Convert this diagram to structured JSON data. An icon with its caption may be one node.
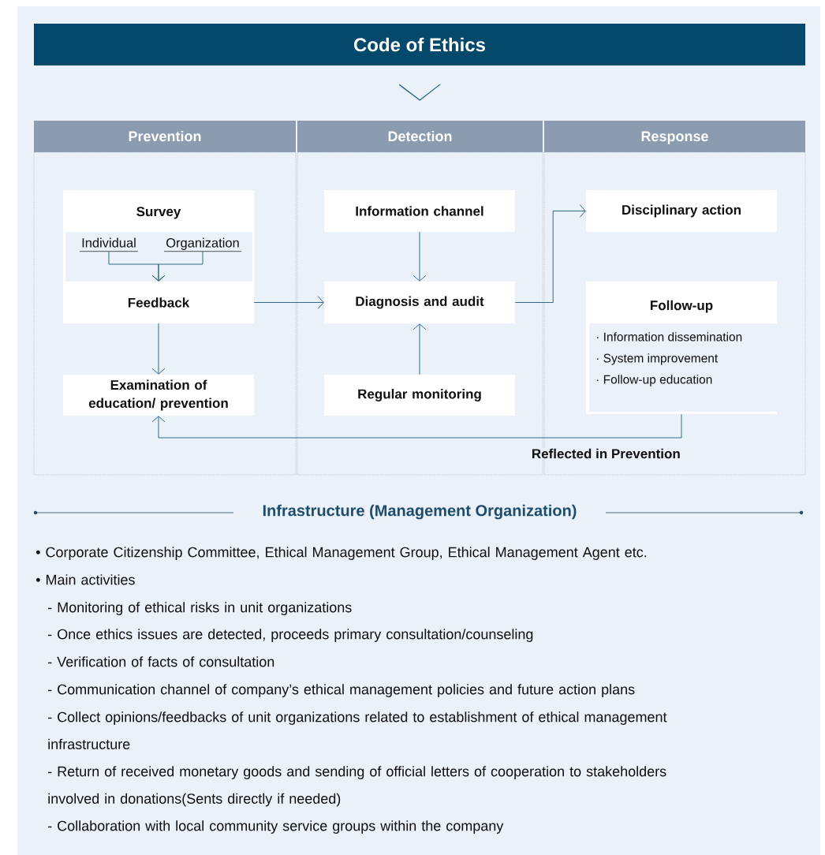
{
  "diagram": {
    "nodes": [
      {
        "text": [
          "Code of Ethics"
        ]
      },
      {
        "text": [
          "Prevention"
        ]
      },
      {
        "text": [
          "Detection"
        ]
      },
      {
        "text": [
          "Response"
        ]
      },
      {
        "text": [
          "Survey"
        ],
        "in": 1
      },
      {
        "text": [
          "Individual"
        ],
        "in": 4
      },
      {
        "text": [
          "Organization"
        ],
        "in": 4
      },
      {
        "text": [
          "Feedback"
        ],
        "in": 1
      },
      {
        "text": [
          "Examination of education/ prevention"
        ],
        "in": 1
      },
      {
        "text": [
          "Information channel"
        ],
        "in": 2
      },
      {
        "text": [
          "Diagnosis and audit"
        ],
        "in": 2
      },
      {
        "text": [
          "Regular monitoring"
        ],
        "in": 2
      },
      {
        "text": [
          "Disciplinary action"
        ],
        "in": 3
      },
      {
        "text": [
          "Follow-up",
          "· Information dissemination",
          "· System improvement",
          "· Follow-up education"
        ],
        "in": 3
      }
    ],
    "edges": [
      {
        "from": 0,
        "to": 2,
        "arrow": "to"
      },
      {
        "from": 5,
        "to": 7,
        "arrow": "to"
      },
      {
        "from": 6,
        "to": 7,
        "arrow": "to"
      },
      {
        "from": 7,
        "to": 10,
        "arrow": "to"
      },
      {
        "from": 7,
        "to": 8,
        "arrow": "to"
      },
      {
        "from": 9,
        "to": 10,
        "arrow": "to"
      },
      {
        "from": 11,
        "to": 10,
        "arrow": "to"
      },
      {
        "from": 10,
        "to": 12,
        "arrow": "to"
      },
      {
        "from": 13,
        "to": 8,
        "arrow": "to",
        "label": "Reflected in Prevention"
      }
    ],
    "labels": [
      "Infrastructure (Management Organization)",
      "• Corporate Citizenship Committee, Ethical Management Group, Ethical Management Agent etc.",
      "• Main activities",
      "- Monitoring of ethical risks in unit organizations",
      "- Once ethics issues are detected, proceeds primary consultation/counseling",
      "- Verification of facts of consultation",
      "- Communication channel of company’s ethical management policies and future action plans",
      "- Collect opinions/feedbacks of unit organizations related to establishment of ethical management infrastructure",
      "- Return of received monetary goods and sending of official letters of cooperation to stakeholders involved in donations(Sents directly if needed)",
      "- Collaboration with local community service groups within the company"
    ]
  }
}
